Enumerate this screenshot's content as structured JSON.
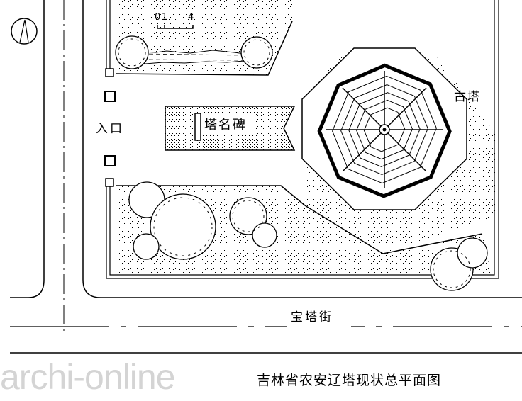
{
  "labels": {
    "entrance": "入口",
    "stele": "塔名碑",
    "pagoda": "古塔",
    "street": "宝塔街",
    "title": "吉林省农安辽塔现状总平面图",
    "watermark": "archi-online"
  },
  "scale_bar": {
    "tick_0": "0",
    "tick_1": "1",
    "tick_4": "4"
  }
}
